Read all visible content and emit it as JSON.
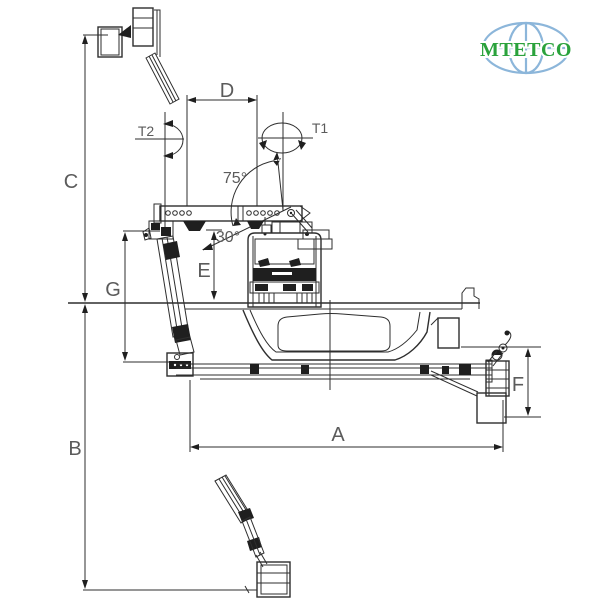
{
  "logo": {
    "text": "MTETCO"
  },
  "labels": {
    "a": "A",
    "b": "B",
    "c": "C",
    "d": "D",
    "e": "E",
    "f": "F",
    "g": "G",
    "t1": "T1",
    "t2": "T2",
    "angle_upper": "75°",
    "angle_lower": "30°"
  },
  "colors": {
    "line": "#2e2e2e",
    "label": "#5b5b5b",
    "logo_green": "#2aa23c",
    "logo_blue": "#8cb6da",
    "background": "#ffffff",
    "dark_fill": "#1f1f1f"
  }
}
